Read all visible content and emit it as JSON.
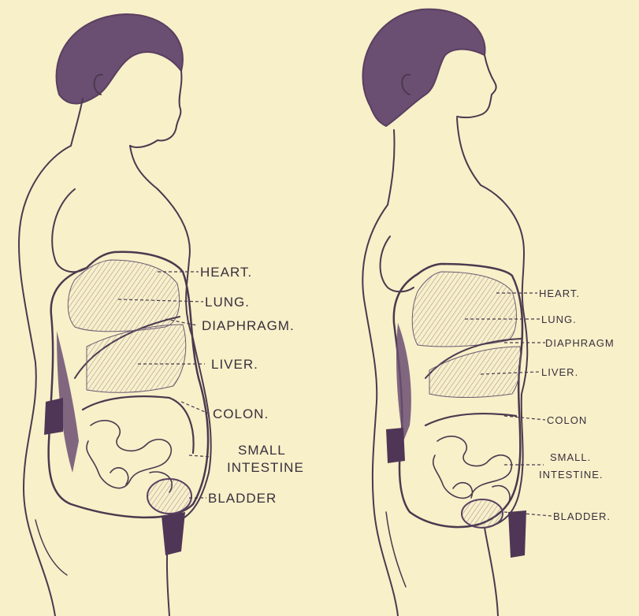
{
  "colors": {
    "paper": "#f7f0c9",
    "ink": "#3a2e3c",
    "hair": "#6b4f72",
    "organ_shade": "#8a6f8e"
  },
  "left_figure": {
    "labels": {
      "heart": "HEART.",
      "lung": "LUNG.",
      "diaphragm": "DIAPHRAGM.",
      "liver": "LIVER.",
      "colon": "COLON.",
      "small_intestine_1": "SMALL",
      "small_intestine_2": "INTESTINE",
      "bladder": "BLADDER"
    }
  },
  "right_figure": {
    "labels": {
      "heart": "HEART.",
      "lung": "LUNG.",
      "diaphragm": "DIAPHRAGM",
      "liver": "LIVER.",
      "colon": "COLON",
      "small_intestine_1": "SMALL.",
      "small_intestine_2": "INTESTINE.",
      "bladder": "BLADDER."
    }
  }
}
